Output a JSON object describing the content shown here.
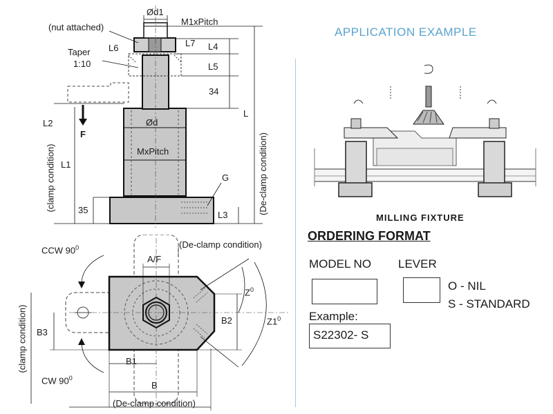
{
  "application": {
    "title": "APPLICATION EXAMPLE",
    "fixture_caption": "MILLING FIXTURE"
  },
  "ordering": {
    "title": "ORDERING FORMAT",
    "model_no_label": "MODEL NO",
    "lever_label": "LEVER",
    "lever_options": [
      "O - NIL",
      "S - STANDARD"
    ],
    "example_label": "Example:",
    "example_value": "S22302- S"
  },
  "side_view": {
    "d1": "Ød1",
    "m1_pitch": "M1xPitch",
    "nut_attached": "(nut attached)",
    "taper": "Taper",
    "taper_ratio": "1:10",
    "l6": "L6",
    "l7": "L7",
    "l4": "L4",
    "l5": "L5",
    "dim_34": "34",
    "l2": "L2",
    "force": "F",
    "clamp_condition": "(clamp condition)",
    "l1": "L1",
    "d": "Ød",
    "m_pitch": "MxPitch",
    "g": "G",
    "l": "L",
    "declamp_condition": "(De-clamp condition)",
    "dim_35": "35",
    "l3": "L3"
  },
  "top_view": {
    "ccw": "CCW 90",
    "cw": "CW 90",
    "deg": "0",
    "declamp_top": "(De-clamp condition)",
    "af": "A/F",
    "z": "Z",
    "z1": "Z1",
    "b2": "B2",
    "b3": "B3",
    "b1": "B1",
    "b": "B",
    "clamp_condition": "(clamp condition)",
    "declamp_bottom": "(De-clamp condition)"
  }
}
